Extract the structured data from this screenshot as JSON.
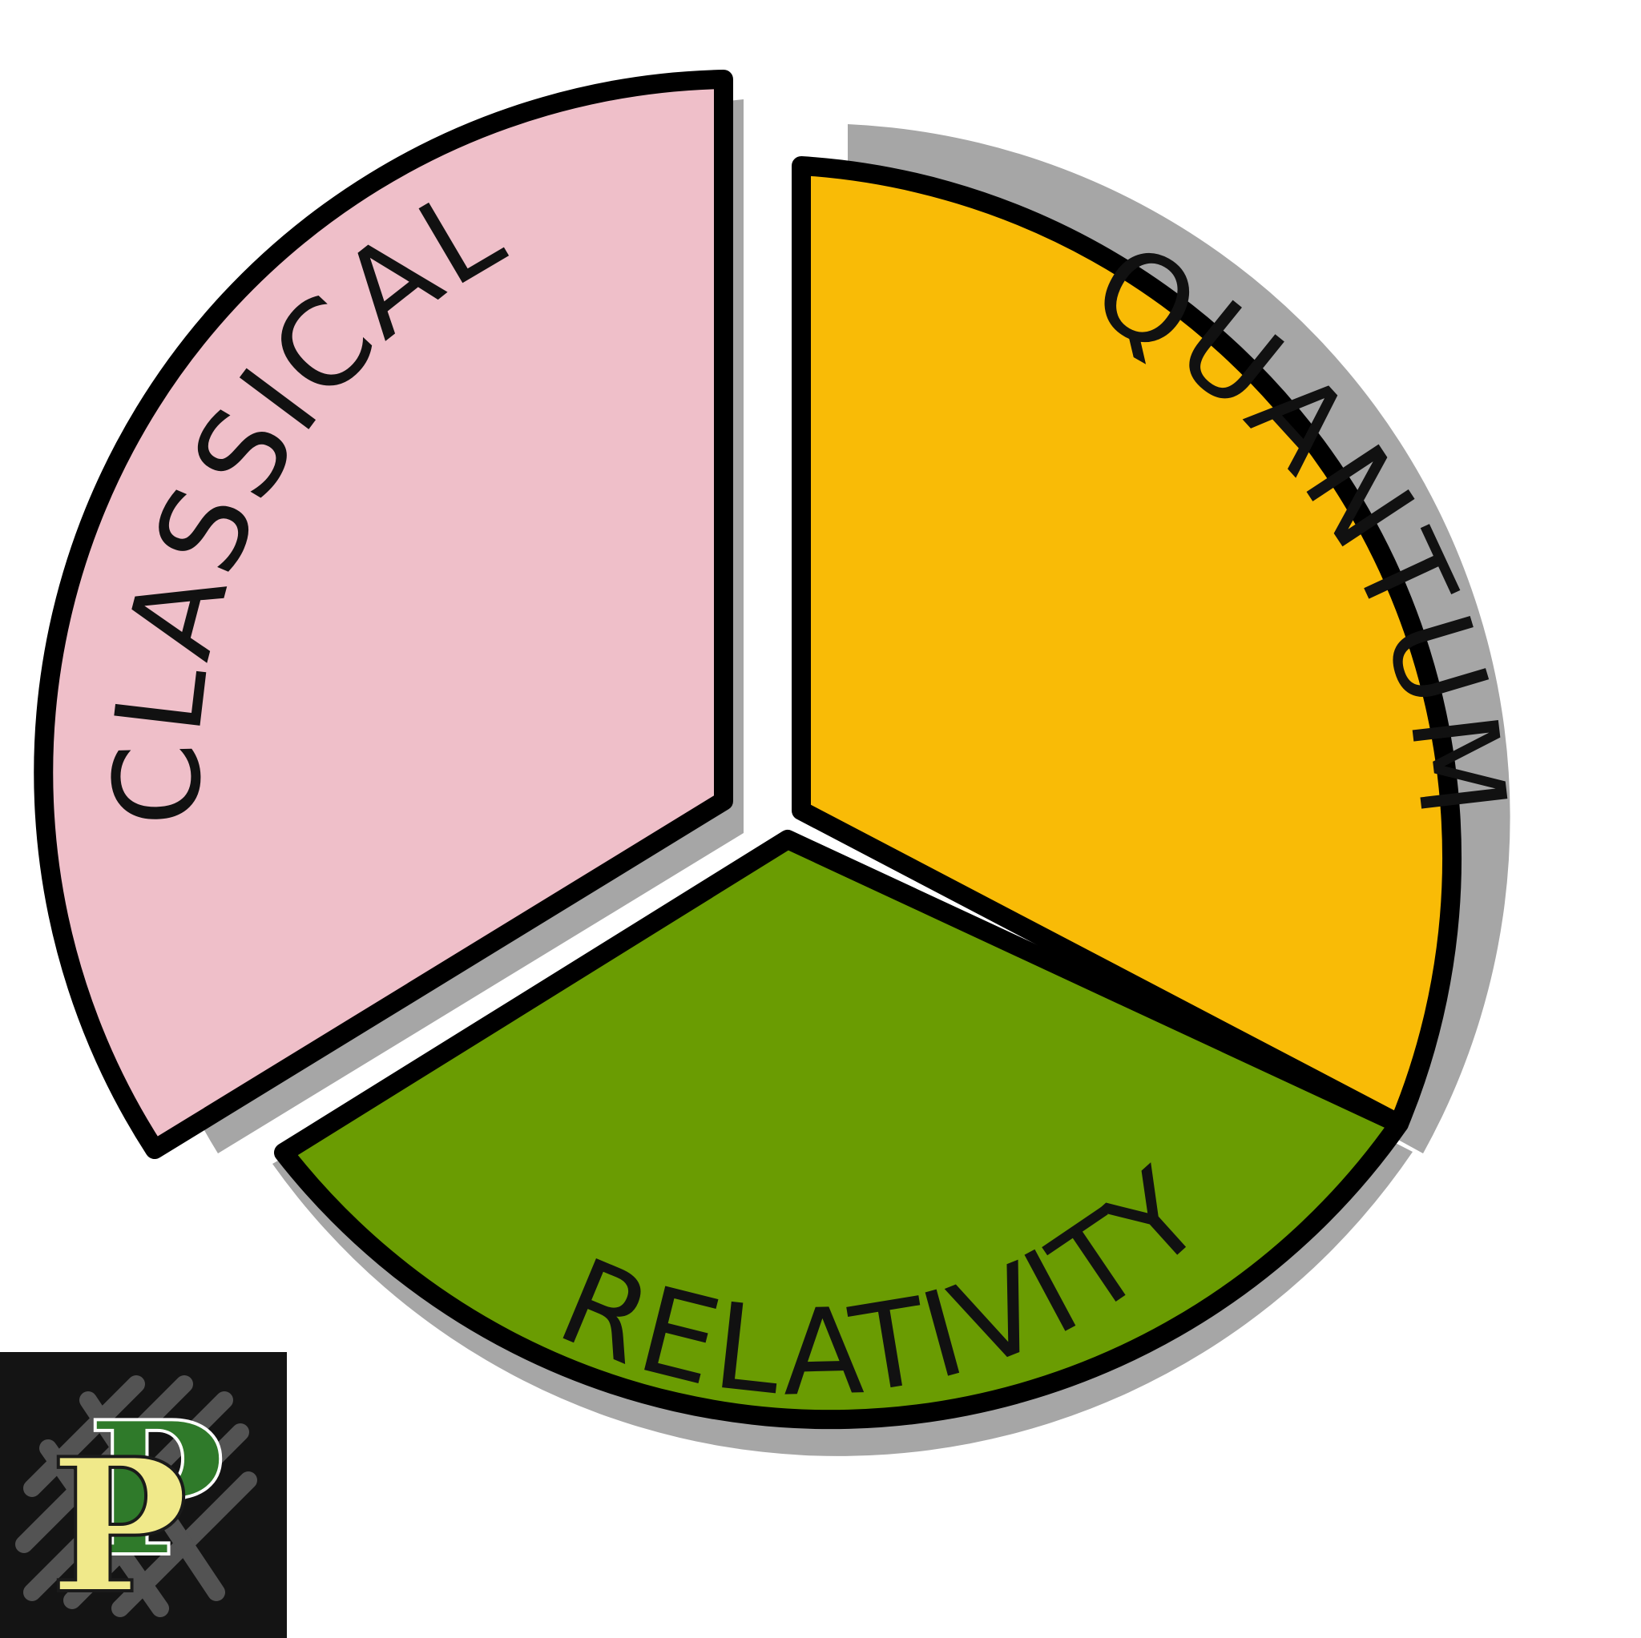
{
  "segments": {
    "classical": {
      "label": "CLASSICAL",
      "color": "#efbfc9"
    },
    "quantum": {
      "label": "QUANTUM",
      "color": "#f9bb06"
    },
    "relativity": {
      "label": "RELATIVITY",
      "color": "#6a9c02"
    }
  },
  "logo": {
    "text": "PP",
    "front_letter_color": "#f0e98a",
    "back_letter_color": "#2f7a2a",
    "background": "#141414"
  },
  "colors": {
    "outline": "#000000",
    "shadow": "#a6a6a6"
  }
}
